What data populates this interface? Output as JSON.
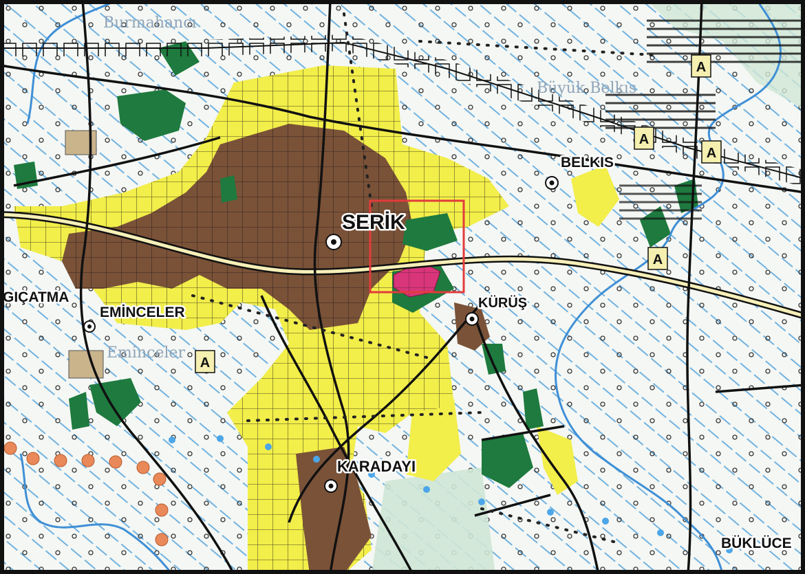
{
  "map": {
    "places": {
      "serik": "SERİK",
      "belkis": "BELKIS",
      "kurus": "KÜRÜŞ",
      "eminceler": "EMİNCELER",
      "karadayi": "KARADAYI",
      "gicatma": "GIÇATMA",
      "buklucu": "BÜKLÜCE"
    },
    "background_labels": {
      "buyuk_belkis": "Büyük Belkıs",
      "eminceler": "Eminceler",
      "burmahancı": "Burmahancı"
    },
    "zone_badge": "A",
    "colors": {
      "urban_brown": "#7a5238",
      "development_yellow": "#f2ee4a",
      "forest_green": "#1e7a3e",
      "river_blue": "#3f8fd6",
      "hatch_blue": "#5aa6dc",
      "highlight_red": "#e23b3b",
      "site_pink": "#d9357a"
    }
  }
}
